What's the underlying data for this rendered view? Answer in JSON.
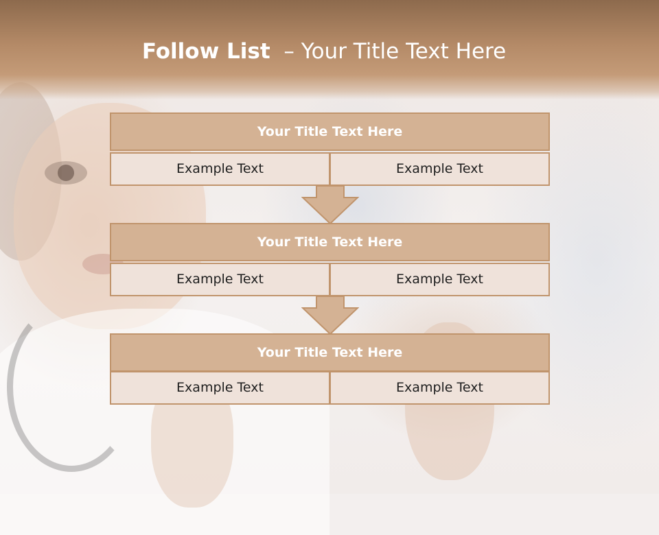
{
  "header": {
    "title_bold": "Follow List",
    "title_rest": "– Your Title Text Here"
  },
  "blocks": [
    {
      "title": "Your Title Text Here",
      "left": "Example Text",
      "right": "Example Text"
    },
    {
      "title": "Your Title Text Here",
      "left": "Example Text",
      "right": "Example Text"
    },
    {
      "title": "Your Title Text Here",
      "left": "Example Text",
      "right": "Example Text"
    }
  ],
  "colors": {
    "header_dark": "#8d6a4d",
    "box_title": "#d4b294",
    "box_border": "#c0946c",
    "cell_fill": "#efe2da"
  }
}
